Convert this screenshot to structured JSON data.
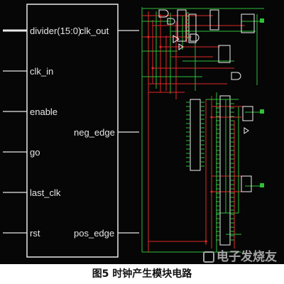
{
  "module": {
    "inputs": [
      "divider(15:0)",
      "clk_in",
      "enable",
      "go",
      "last_clk",
      "rst"
    ],
    "outputs": [
      "clk_out",
      "neg_edge",
      "pos_edge"
    ]
  },
  "caption": "图5 时钟产生模块电路",
  "watermark": "电子发烧友",
  "colors": {
    "background": "#060606",
    "block_border": "#e8e8e8",
    "wire_green": "#2fbf3a",
    "wire_red": "#e02828",
    "gate_white": "#f0f0f0"
  }
}
